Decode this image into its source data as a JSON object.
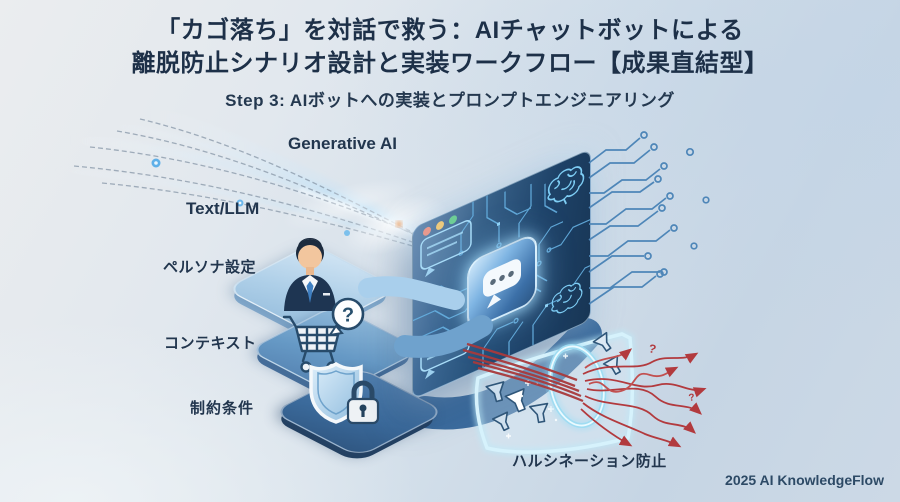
{
  "header": {
    "title_line1": "「カゴ落ち」を対話で救う：AIチャットボットによる",
    "title_line2": "離脱防止シナリオ設計と実装ワークフロー【成果直結型】",
    "subtitle": "Step 3: AIボットへの実装とプロンプトエンジニアリング"
  },
  "flow_labels": {
    "generative_ai": "Generative AI",
    "text_llm": "Text/LLM",
    "persona": "ペルソナ設定",
    "context": "コンテキスト",
    "constraints": "制約条件",
    "hallucination_guard": "ハルシネーション防止"
  },
  "footer": {
    "credit": "2025 AI KnowledgeFlow"
  },
  "icons": {
    "cart_badge_text": "?",
    "avatar": "businessman-avatar",
    "cart": "shopping-cart-question",
    "shield_lock": "shield-with-lock",
    "chat_bubble": "speech-bubble-three-dots",
    "brain": "circuit-brain-outline",
    "funnel": "filter-funnel",
    "traffic_lights": [
      "#e8998e",
      "#ecc97d",
      "#6ecd96"
    ]
  },
  "decor": {
    "scribble_mark": "?"
  },
  "colors": {
    "title_text": "#1d3048",
    "background_light": "#ebedef",
    "background_blue": "#c6d5e4",
    "panel_dark": "#1e4268",
    "panel_light": "#336498",
    "circuit_trace": "#6fbdee",
    "tile_persona": "#aecfe8",
    "tile_context": "#6699c5",
    "tile_constraints": "#3b6a9b",
    "glow_ring": "#aee4f6",
    "hallucination_red": "#b23a3e"
  }
}
